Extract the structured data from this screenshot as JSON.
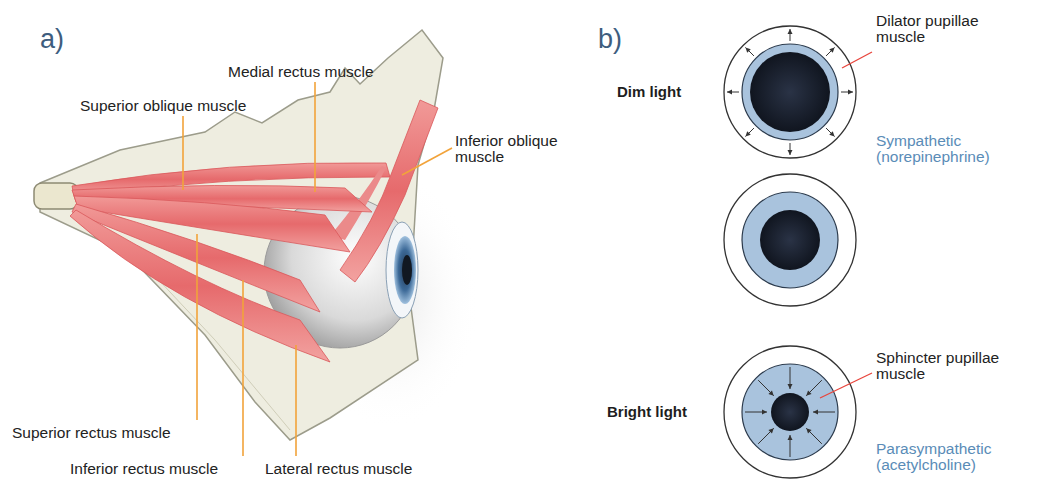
{
  "diagram": {
    "labels": [
      "a)",
      "Medial rectus muscle",
      "Superior oblique muscle",
      "Inferior oblique muscle",
      "Superior rectus muscle",
      "Inferior rectus muscle",
      "Lateral rectus muscle",
      "b)",
      "Dim light",
      "Dilator pupillae muscle",
      "Sympathetic (norepinephrine)",
      "Bright light",
      "Sphincter pupillae muscle",
      "Parasympathetic (acetylcholine)"
    ]
  }
}
